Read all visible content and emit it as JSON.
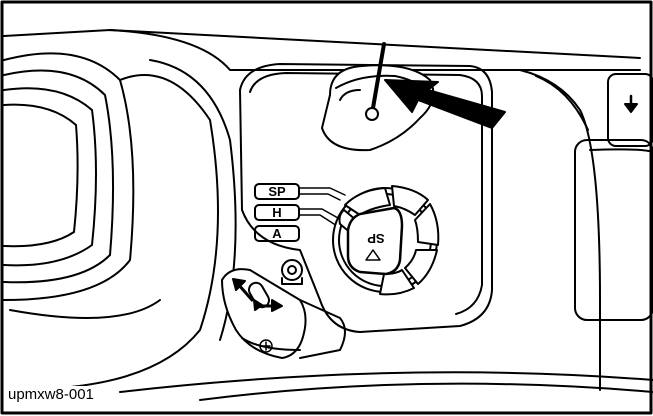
{
  "figure": {
    "caption": "upmxw8-001",
    "mode_labels": [
      "SP",
      "H",
      "A"
    ],
    "dial_label": "SP",
    "colors": {
      "ink": "#000000",
      "paper": "#ffffff"
    },
    "icons": [
      "pointer-arrow-icon",
      "down-arrow-icon",
      "bidirectional-arrow-icon",
      "lock-icon",
      "plus-circle-icon"
    ]
  }
}
